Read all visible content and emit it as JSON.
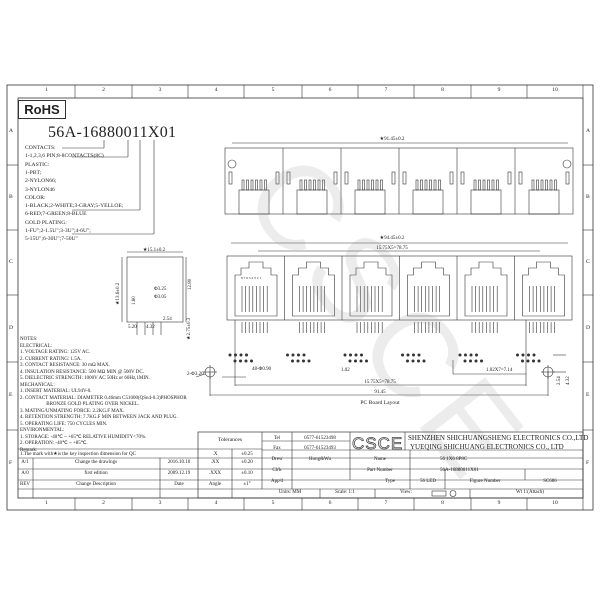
{
  "frame": {
    "columns": [
      "1",
      "2",
      "3",
      "4",
      "5",
      "6",
      "7",
      "8",
      "9",
      "10"
    ],
    "rows": [
      "A",
      "B",
      "C",
      "D",
      "E",
      "F"
    ]
  },
  "rohs": "RoHS",
  "part_code": {
    "number": "56A-16880011X01",
    "lines": [
      "CONTACTS:",
      "1-1,2,3,6 PIN;8-8CONTACTS(8C)",
      "PLASTIC:",
      "1-PBT;",
      "2-NYLON66;",
      "3-NYLON46",
      "COLOR:",
      "1-BLACK;2-WHITE;3-GRAY;5-YELLOE;",
      "6-RED;7-GREEN;8-BLUE",
      "GOLD PLATING:",
      "1-FU\";2-1.5U\";3-3U\";4-6U\";",
      "5-15U\";6-30U\";7-50U\""
    ]
  },
  "drawing": {
    "top_view_width": "★91.45±0.2",
    "front_view_width": "★94.45±0.2",
    "front_view_pitch": "15.75X5=78.75",
    "pin_numbers": "8 7 6 5 4 3 2 1",
    "side_view": {
      "width": "★15.1±0.2",
      "height": "★13.6±0.2",
      "height2": "12.80",
      "dim_160": "1.60",
      "hole1": "Φ3.25",
      "hole2": "Φ3.05",
      "dim_254": "2.54",
      "dim_520": "5.20",
      "dim_432": "4.32",
      "pin_len": "★2.75±0.3"
    },
    "pcb": {
      "mount_holes": "2-Φ3.20",
      "pin_holes": "48-Φ0.90",
      "pin_pitch": "1.02",
      "row_span": "1.02X7=7.14",
      "port_pitch": "15.75X5=78.75",
      "total": "91.45",
      "dim_254": "2.54",
      "dim_432": "4.32",
      "title": "PC Board Layout"
    }
  },
  "notes": [
    "NOTES:",
    "ELECTRICAL:",
    "1. VOLTAGE RATING: 125V AC.",
    "2. CURRENT RATING: 1.5A.",
    "3. CONTACT RESISTANCE: 30 mΩ MAX.",
    "4. INSULATION RESISTANCE: 500 MΩ MIN @ 500V DC.",
    "5. DIELECTRIC STRENGTH: 1000V AC 50Hz or 60Hz,1MIN.",
    "MECHANICAL:",
    "1. INSERT MATERIAL: UL94V-0.",
    "2. CONTACT MATERIAL: DIAMETER 0.46mm C51000(QSn4-0.3)PHOSPHOR",
    "                     BRONZE GOLD PLATING OVER NICKEL.",
    "3. MATING/UNMATING FORCE: 2.2KG.F MAX.",
    "4. RETENTION STRENGTH: 7.7KG.F MIN BETWEEN JACK AND PLUG.",
    "5. OPERATING LIFE: 750 CYCLES MIN.",
    "ENVIRONMENTAL:",
    "1. STORAGE: -40℃ ~ +65℃ RELATIVE HUMIDITY<70%.",
    "2. OPERATION: -40℃ ~ +85℃.",
    "Remark:"
  ],
  "title_block": {
    "remark": "1.The mark with★is the key inspection dimension for QC",
    "revisions": [
      {
        "rev": "A/1",
        "desc": "Change the drawings",
        "date": "2016.10.10"
      },
      {
        "rev": "A/0",
        "desc": "first edition",
        "date": "2009.12.19"
      }
    ],
    "rev_header": {
      "rev": "REV",
      "desc": "Change Description",
      "date": "Date"
    },
    "tolerances_label": "Tolerances",
    "tolerances": [
      {
        "k": ".X",
        "v": "±0.25"
      },
      {
        "k": ".XX",
        "v": "±0.20"
      },
      {
        "k": ".XXX",
        "v": "±0.10"
      },
      {
        "k": "Angle",
        "v": "±1°"
      }
    ],
    "tel_label": "Tel",
    "tel": "0577-61523498",
    "fax_label": "Fax",
    "fax": "0577-61523493",
    "logo": "CSCE",
    "company1": "SHENZHEN SHICHUANGSHENG ELECTRONICS CO.,LTD",
    "company2": "YUEQING SHICHUANG ELECTRONICS CO., LTD",
    "drew_label": "Drew",
    "drew": "Hong&Wu",
    "chk_label": "Ch'k",
    "app_label": "App'd",
    "name_label": "Name",
    "name": "56 1X6 8P8C",
    "part_number_label": "Part Number",
    "part_number": "56A-16880011X01",
    "type_label": "Type",
    "type": "56 LED",
    "figure_number_label": "Figure Number",
    "figure_number": "SC686",
    "units": "Units: MM",
    "scale": "Scale: 1:1",
    "view": "View:",
    "sheet": "Wt 1:(Attach)"
  },
  "watermark": "CSCE"
}
